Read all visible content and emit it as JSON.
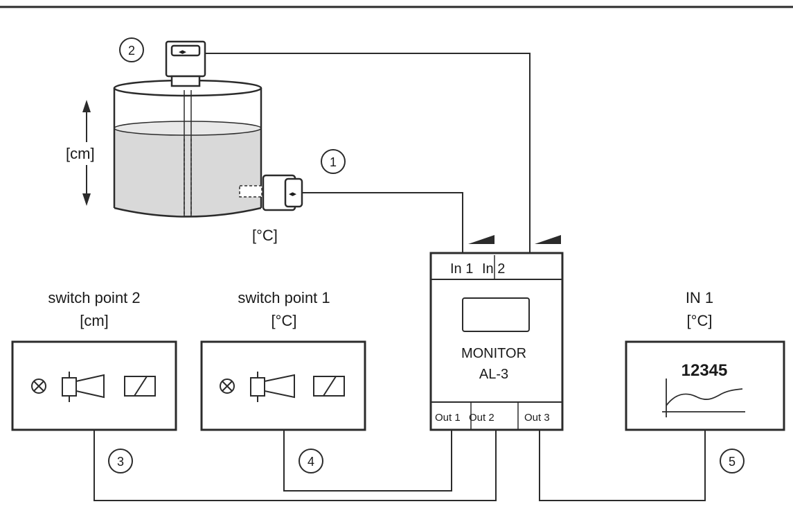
{
  "colors": {
    "line": "#2b2b2b",
    "liquid": "#d9d9d9",
    "background": "#ffffff"
  },
  "tank": {
    "level_unit": "[cm]",
    "temp_unit": "[°C]"
  },
  "callouts": [
    "1",
    "2",
    "3",
    "4",
    "5"
  ],
  "monitor": {
    "inputs": [
      "In 1",
      "In 2"
    ],
    "name": "MONITOR",
    "model": "AL-3",
    "outputs": [
      "Out 1",
      "Out 2",
      "Out 3"
    ]
  },
  "switch_point_2": {
    "title": "switch point 2",
    "unit": "[cm]"
  },
  "switch_point_1": {
    "title": "switch point 1",
    "unit": "[°C]"
  },
  "display_unit": {
    "title": "IN 1",
    "unit": "[°C]",
    "value": "12345"
  },
  "icons": [
    "lamp-icon",
    "horn-icon",
    "relay-icon",
    "level-arrow-icon"
  ]
}
